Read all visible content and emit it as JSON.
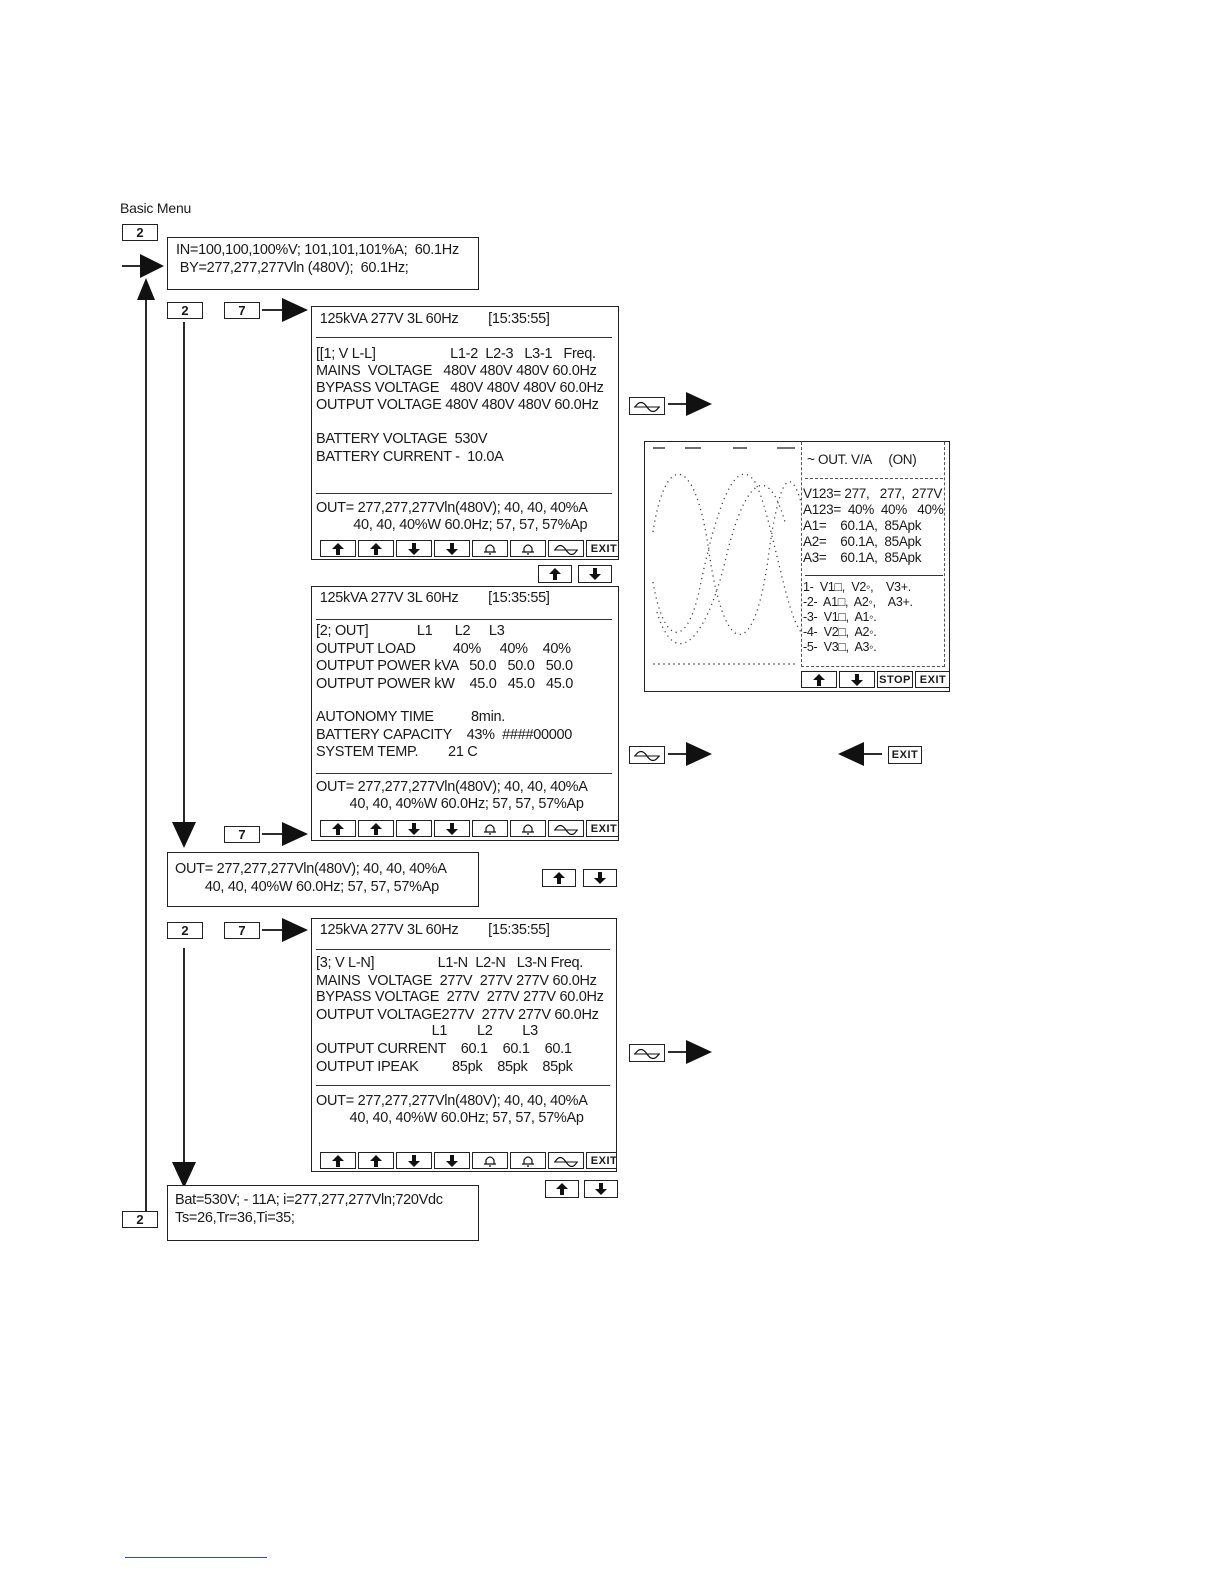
{
  "title": "Basic Menu",
  "keys": {
    "k2": "2",
    "k7": "7"
  },
  "boxes": {
    "top": {
      "line1": "IN=100,100,100%V; 101,101,101%A;  60.1Hz",
      "line2": " BY=277,277,277Vln (480V);  60.1Hz;"
    },
    "mid": {
      "line1": "OUT= 277,277,277Vln(480V); 40, 40, 40%A",
      "line2": "        40, 40, 40%W 60.0Hz; 57, 57, 57%Ap"
    },
    "bottom": {
      "line1": "Bat=530V; - 11A; i=277,277,277Vln;720Vdc",
      "line2": "Ts=26,Tr=36,Ti=35;"
    }
  },
  "screen1": {
    "header": " 125kVA 277V 3L 60Hz        [15:35:55]",
    "lines": [
      "[[1; V L-L]                    L1-2  L2-3   L3-1   Freq.",
      "MAINS  VOLTAGE   480V 480V 480V 60.0Hz",
      "BYPASS VOLTAGE   480V 480V 480V 60.0Hz",
      "OUTPUT VOLTAGE 480V 480V 480V 60.0Hz",
      "",
      "BATTERY VOLTAGE  530V",
      "BATTERY CURRENT -  10.0A"
    ],
    "out1": "OUT= 277,277,277Vln(480V); 40, 40, 40%A",
    "out2": "          40, 40, 40%W 60.0Hz; 57, 57, 57%Ap"
  },
  "screen2": {
    "header": " 125kVA 277V 3L 60Hz        [15:35:55]",
    "lines": [
      "[2; OUT]             L1      L2     L3",
      "OUTPUT LOAD          40%     40%    40%",
      "OUTPUT POWER kVA   50.0   50.0   50.0",
      "OUTPUT POWER kW    45.0   45.0   45.0",
      "",
      "AUTONOMY TIME          8min.",
      "BATTERY CAPACITY    43%  ####00000",
      "SYSTEM TEMP.        21 C"
    ],
    "out1": "OUT= 277,277,277Vln(480V); 40, 40, 40%A",
    "out2": "         40, 40, 40%W 60.0Hz; 57, 57, 57%Ap"
  },
  "screen3": {
    "header": " 125kVA 277V 3L 60Hz        [15:35:55]",
    "lines": [
      "[3; V L-N]                 L1-N  L2-N   L3-N Freq.",
      "MAINS  VOLTAGE  277V  277V 277V 60.0Hz",
      "BYPASS VOLTAGE  277V  277V 277V 60.0Hz",
      "OUTPUT VOLTAGE277V  277V 277V 60.0Hz",
      "                               L1        L2        L3",
      "OUTPUT CURRENT    60.1    60.1    60.1",
      "OUTPUT IPEAK         85pk    85pk    85pk"
    ],
    "out1": "OUT= 277,277,277Vln(480V); 40, 40, 40%A",
    "out2": "         40, 40, 40%W 60.0Hz; 57, 57, 57%Ap"
  },
  "scope": {
    "header": "~ OUT. V/A     (ON)",
    "readings": [
      "V123= 277,   277,  277V",
      "A123=  40%  40%   40%",
      "A1=    60.1A,  85Apk",
      "A2=    60.1A,  85Apk",
      "A3=    60.1A,  85Apk"
    ],
    "channels": [
      "1-  V1□,  V2◦,    V3+.",
      "-2-  A1□,  A2◦,    A3+.",
      "-3-  V1□,  A1◦.",
      "-4-  V2□,  A2◦.",
      "-5-  V3□,  A3◦."
    ],
    "stop": "STOP",
    "exit": "EXIT"
  },
  "exit_label": "EXIT",
  "icons": [
    "up-arrow-icon",
    "down-arrow-icon",
    "bell-icon",
    "waveform-icon",
    "right-arrow-icon",
    "left-arrow-icon"
  ]
}
